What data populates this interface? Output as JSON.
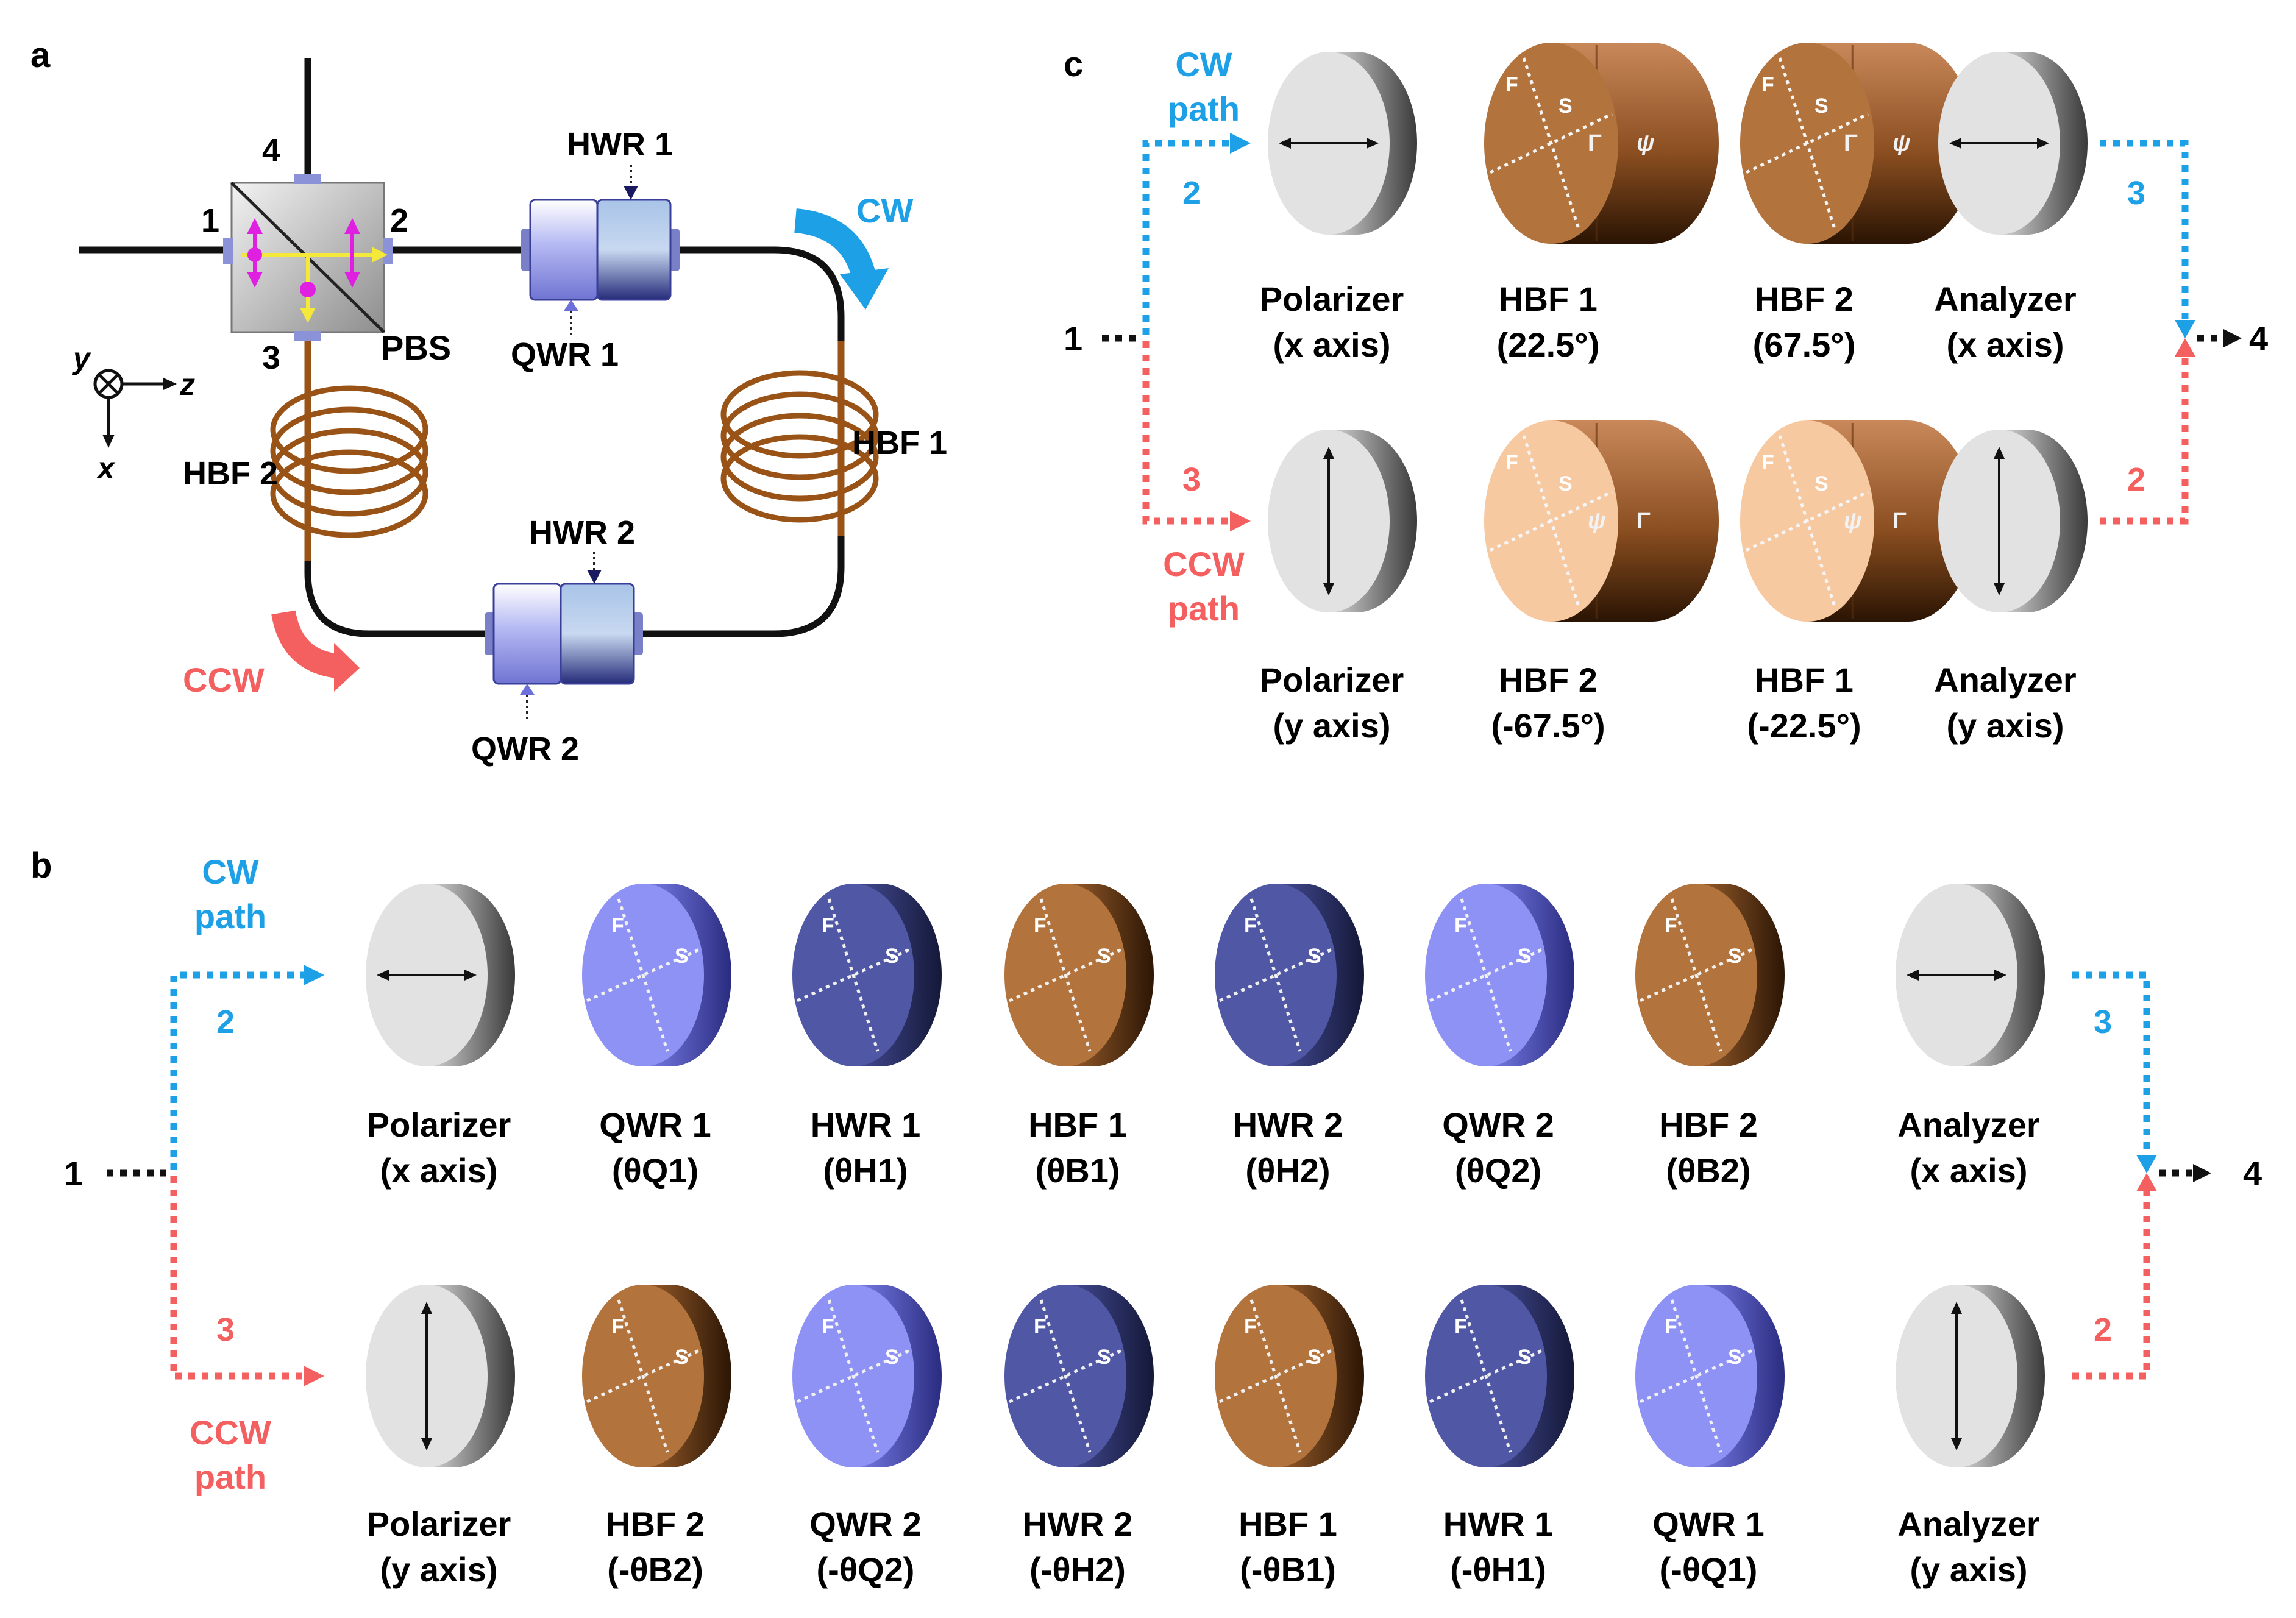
{
  "panel_labels": {
    "a": "a",
    "b": "b",
    "c": "c"
  },
  "colors": {
    "cw": "#1EA0E6",
    "ccw": "#F45F5F",
    "fiber": "#9A5316",
    "polarizer": "#E2E2E2",
    "qwr": "#8E92F4",
    "hwr": "#5058A6",
    "hbf": "#B2733D",
    "hbf_light": "#F7C9A0",
    "pbs_arrow_magenta": "#E020E0",
    "pbs_arrow_yellow": "#F4E83A"
  },
  "panel_a": {
    "ports": {
      "p1": "1",
      "p2": "2",
      "p3": "3",
      "p4": "4"
    },
    "pbs": "PBS",
    "hwr1": "HWR 1",
    "qwr1": "QWR 1",
    "hwr2": "HWR 2",
    "qwr2": "QWR 2",
    "hbf1": "HBF 1",
    "hbf2": "HBF 2",
    "cw": "CW",
    "ccw": "CCW",
    "axis_y": "y",
    "axis_z": "z",
    "axis_x": "x"
  },
  "panel_b": {
    "cw_label_1": "CW",
    "cw_label_2": "path",
    "ccw_label_1": "CCW",
    "ccw_label_2": "path",
    "in_port": "1",
    "out_port": "4",
    "cw_start_port": "2",
    "cw_end_port": "3",
    "ccw_start_port": "3",
    "ccw_end_port": "2",
    "axis_F": "F",
    "axis_S": "S",
    "top": [
      {
        "type": "polarizer",
        "arrow": "horizontal",
        "name": "Polarizer",
        "param": "(x axis)"
      },
      {
        "type": "qwr",
        "name": "QWR 1",
        "param": "(θQ1)"
      },
      {
        "type": "hwr",
        "name": "HWR 1",
        "param": "(θH1)"
      },
      {
        "type": "hbf",
        "name": "HBF 1",
        "param": "(θB1)"
      },
      {
        "type": "hwr",
        "name": "HWR 2",
        "param": "(θH2)"
      },
      {
        "type": "qwr",
        "name": "QWR 2",
        "param": "(θQ2)"
      },
      {
        "type": "hbf",
        "name": "HBF 2",
        "param": "(θB2)"
      },
      {
        "type": "polarizer",
        "arrow": "horizontal",
        "name": "Analyzer",
        "param": "(x axis)"
      }
    ],
    "bottom": [
      {
        "type": "polarizer",
        "arrow": "vertical",
        "name": "Polarizer",
        "param": "(y axis)"
      },
      {
        "type": "hbf",
        "name": "HBF 2",
        "param": "(-θB2)"
      },
      {
        "type": "qwr",
        "name": "QWR 2",
        "param": "(-θQ2)"
      },
      {
        "type": "hwr",
        "name": "HWR 2",
        "param": "(-θH2)"
      },
      {
        "type": "hbf",
        "name": "HBF 1",
        "param": "(-θB1)"
      },
      {
        "type": "hwr",
        "name": "HWR 1",
        "param": "(-θH1)"
      },
      {
        "type": "qwr",
        "name": "QWR 1",
        "param": "(-θQ1)"
      },
      {
        "type": "polarizer",
        "arrow": "vertical",
        "name": "Analyzer",
        "param": "(y axis)"
      }
    ]
  },
  "panel_c": {
    "cw_label_1": "CW",
    "cw_label_2": "path",
    "ccw_label_1": "CCW",
    "ccw_label_2": "path",
    "in_port": "1",
    "out_port": "4",
    "cw_start_port": "2",
    "cw_end_port": "3",
    "ccw_start_port": "3",
    "ccw_end_port": "2",
    "gamma": "Γ",
    "psi": "ψ",
    "top": [
      {
        "type": "polarizer",
        "arrow": "horizontal",
        "name": "Polarizer",
        "param": "(x axis)"
      },
      {
        "type": "hbf",
        "name": "HBF 1",
        "param": "(22.5°)"
      },
      {
        "type": "hbf",
        "name": "HBF 2",
        "param": "(67.5°)"
      },
      {
        "type": "polarizer",
        "arrow": "horizontal",
        "name": "Analyzer",
        "param": "(x axis)"
      }
    ],
    "bottom": [
      {
        "type": "polarizer",
        "arrow": "vertical",
        "name": "Polarizer",
        "param": "(y axis)"
      },
      {
        "type": "hbf",
        "name": "HBF 2",
        "param": "(-67.5°)"
      },
      {
        "type": "hbf",
        "name": "HBF 1",
        "param": "(-22.5°)"
      },
      {
        "type": "polarizer",
        "arrow": "vertical",
        "name": "Analyzer",
        "param": "(y axis)"
      }
    ]
  }
}
